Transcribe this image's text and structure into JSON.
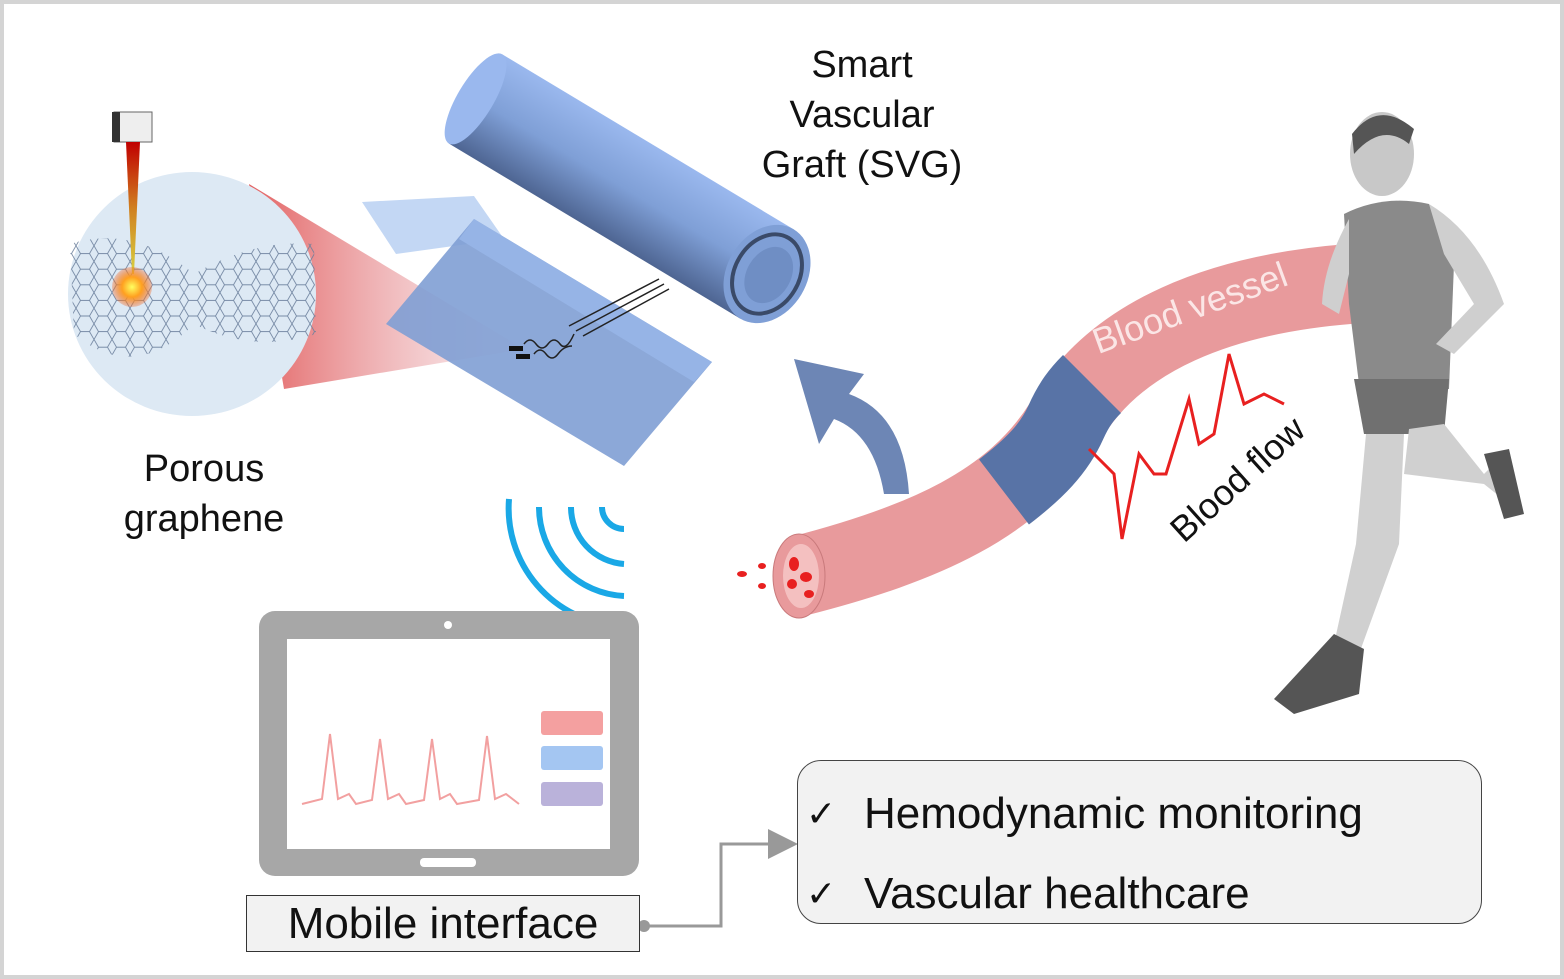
{
  "title_svg": [
    "Smart",
    "Vascular",
    "Graft (SVG)"
  ],
  "porous_label": [
    "Porous",
    "graphene"
  ],
  "blood_vessel_label": "Blood vessel",
  "blood_flow_label": "Blood flow",
  "mobile_interface_label": "Mobile interface",
  "features": [
    {
      "icon": "check-icon",
      "mark": "✓",
      "label": "Hemodynamic monitoring"
    },
    {
      "icon": "check-icon",
      "mark": "✓",
      "label": "Vascular healthcare"
    }
  ],
  "colors": {
    "vessel": "#e89a9c",
    "vessel_band": "#5873a6",
    "wireless": "#1aa8e6",
    "arrow": "#6d86b5",
    "signal": "#e82020"
  }
}
